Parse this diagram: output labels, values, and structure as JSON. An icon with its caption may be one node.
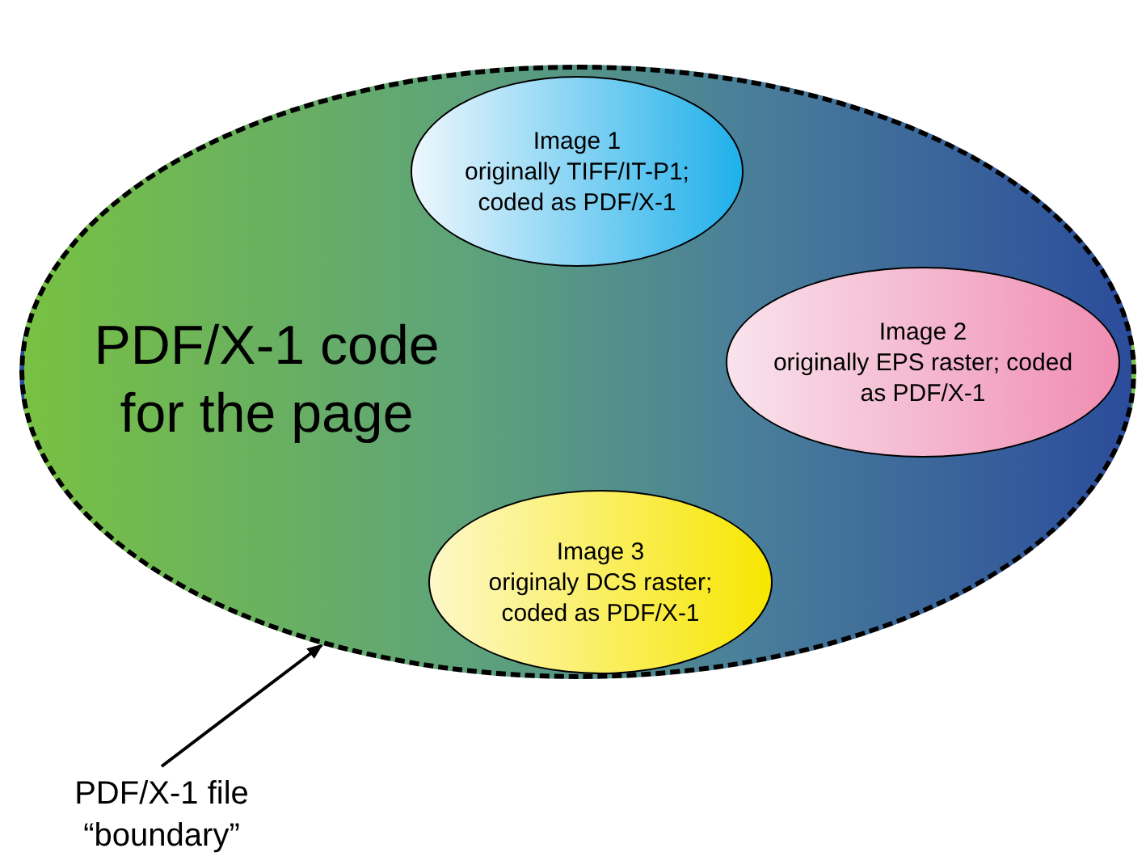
{
  "diagram": {
    "nodes": [
      {
        "text": [
          "PDF/X-1 code for the page"
        ]
      },
      {
        "text": [
          "Image 1",
          "originally TIFF/IT-P1; coded as PDF/X-1"
        ],
        "in": 0
      },
      {
        "text": [
          "Image 2",
          "originally EPS raster; coded as PDF/X-1"
        ],
        "in": 0
      },
      {
        "text": [
          "Image 3",
          "originaly DCS raster; coded as PDF/X-1"
        ],
        "in": 0
      },
      {
        "text": [
          "PDF/X-1 file “boundary”"
        ]
      }
    ],
    "edges": [
      {
        "from": 4,
        "to": 0,
        "arrow": "to"
      }
    ]
  }
}
